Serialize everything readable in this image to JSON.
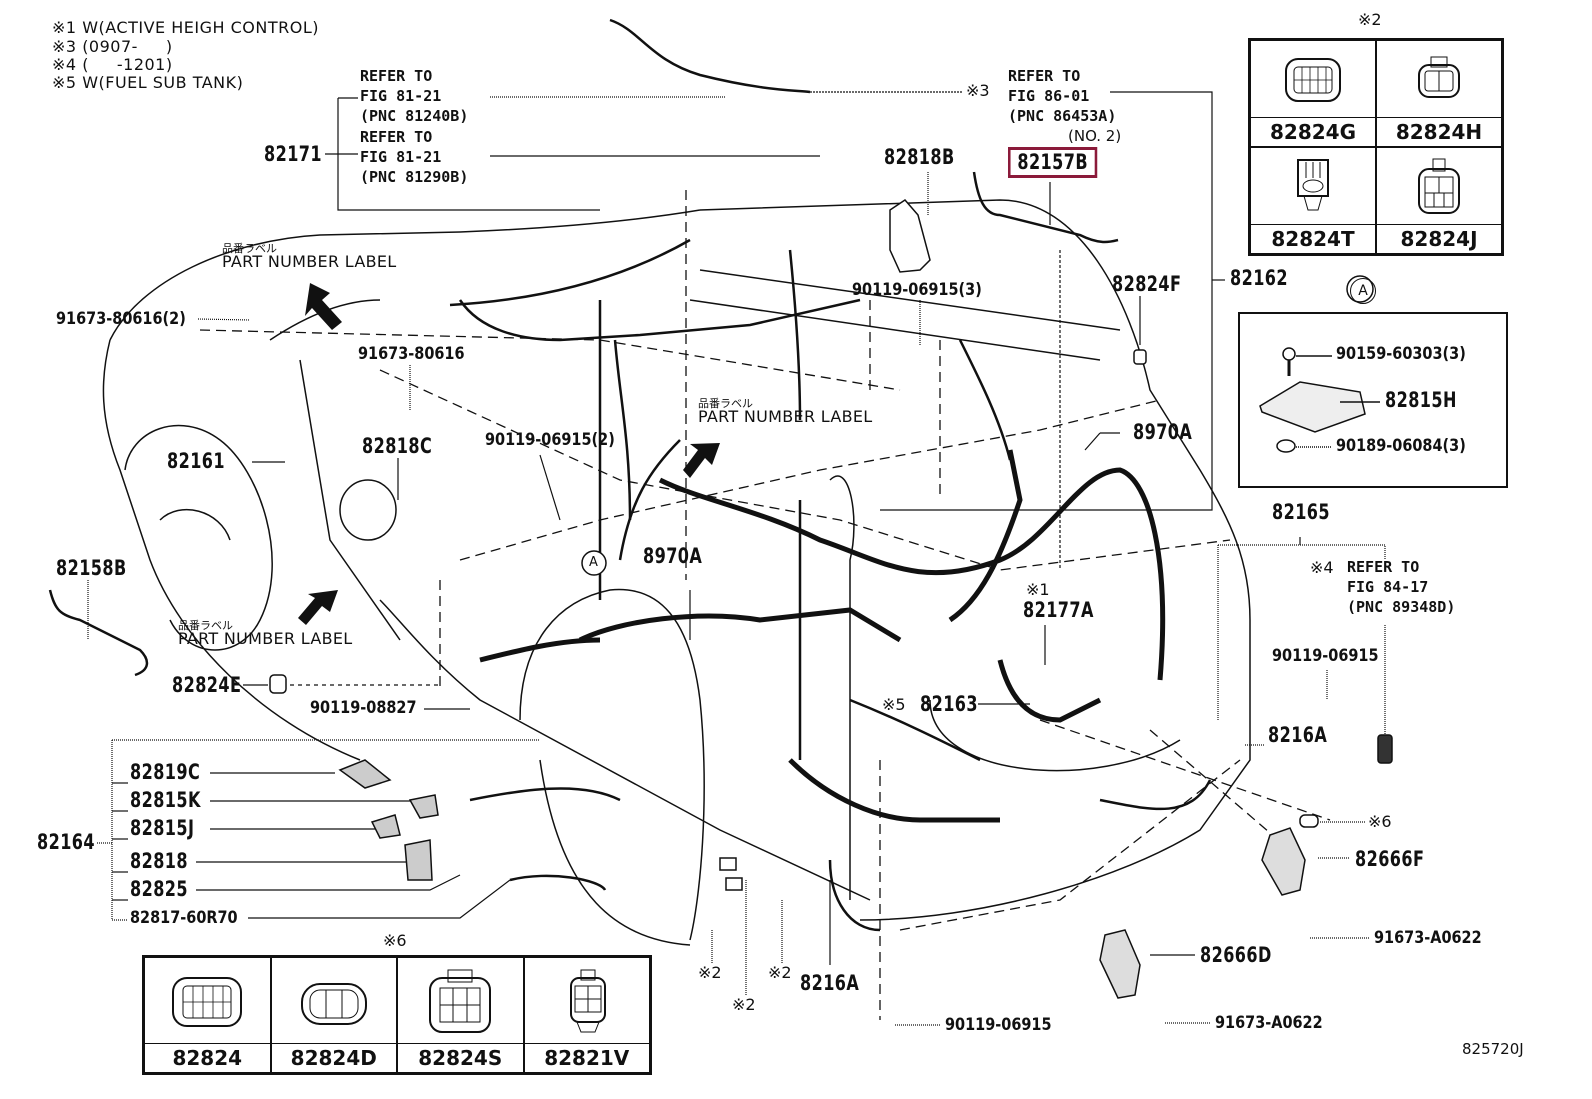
{
  "diagram": {
    "id": "825720J",
    "notes": [
      {
        "mark": "※1",
        "text": "W(ACTIVE HEIGH CONTROL)"
      },
      {
        "mark": "※3",
        "text": "(0907-     )"
      },
      {
        "mark": "※4",
        "text": "(     -1201)"
      },
      {
        "mark": "※5",
        "text": "W(FUEL SUB TANK)"
      }
    ],
    "references": [
      {
        "part": "82171",
        "lines": [
          "REFER TO",
          "FIG 81-21",
          "(PNC 81240B)"
        ]
      },
      {
        "part": "82171",
        "lines": [
          "REFER TO",
          "FIG 81-21",
          "(PNC 81290B)"
        ]
      },
      {
        "mark": "※3",
        "lines": [
          "REFER TO",
          "FIG 86-01",
          "(PNC 86453A)",
          "(NO. 2)"
        ]
      },
      {
        "mark": "※4",
        "lines": [
          "REFER TO",
          "FIG 84-17",
          "(PNC 89348D)"
        ]
      }
    ],
    "part_number_label": {
      "jp": "品番ラベル",
      "en": "PART NUMBER LABEL"
    },
    "highlighted_part": "82157B",
    "callouts": {
      "p82171": "82171",
      "p82818B": "82818B",
      "p82157B": "82157B",
      "p82162": "82162",
      "p82824F": "82824F",
      "p90119_06915_3": "90119-06915(3)",
      "p91673_80616_2": "91673-80616(2)",
      "p91673_80616": "91673-80616",
      "p82818C": "82818C",
      "p90119_06915_2": "90119-06915(2)",
      "p8970A_mid": "8970A",
      "p8970A_right": "8970A",
      "p82161": "82161",
      "p82158B": "82158B",
      "p82824E": "82824E",
      "p90119_08827": "90119-08827",
      "p82177A": "82177A",
      "p82163": "82163",
      "p82165": "82165",
      "p90119_06915_r": "90119-06915",
      "p8216A_right": "8216A",
      "p8216A_bottom": "8216A",
      "p82666F": "82666F",
      "p82666D": "82666D",
      "p91673_A0622_a": "91673-A0622",
      "p91673_A0622_b": "91673-A0622",
      "p90119_06915_b": "90119-06915",
      "mark1": "※1",
      "mark2a": "※2",
      "mark2b": "※2",
      "mark2c": "※2",
      "mark3": "※3",
      "mark4": "※4",
      "mark5": "※5",
      "mark6": "※6",
      "circleA": "A"
    },
    "group_82164": {
      "part": "82164",
      "items": [
        "82819C",
        "82815K",
        "82815J",
        "82818",
        "82825",
        "82817-60R70"
      ]
    },
    "table_mark2": {
      "mark": "※2",
      "cells": [
        "82824G",
        "82824H",
        "82824T",
        "82824J"
      ]
    },
    "table_mark6": {
      "mark": "※6",
      "cells": [
        "82824",
        "82824D",
        "82824S",
        "82821V"
      ]
    },
    "inset_A": {
      "label": "A",
      "items": [
        "90159-60303(3)",
        "82815H",
        "90189-06084(3)"
      ]
    }
  }
}
